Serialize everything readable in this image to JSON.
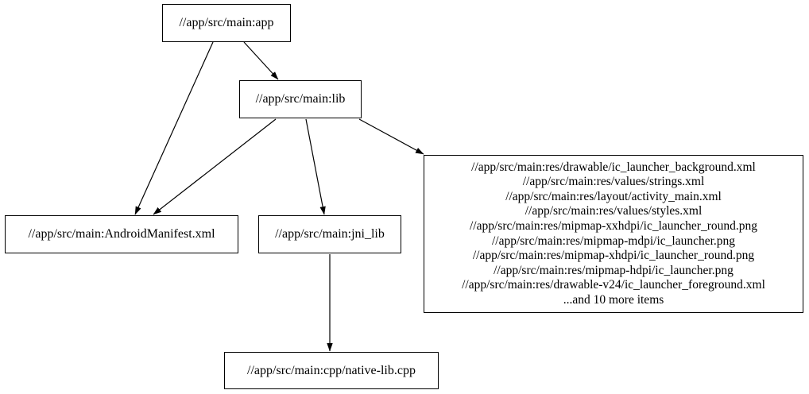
{
  "diagram": {
    "type": "dependency-graph",
    "colors": {
      "background": "#ffffff",
      "node_border": "#000000",
      "node_fill": "#ffffff",
      "edge": "#000000",
      "text": "#000000"
    },
    "nodes": {
      "app": {
        "label": "//app/src/main:app"
      },
      "lib": {
        "label": "//app/src/main:lib"
      },
      "android_manifest": {
        "label": "//app/src/main:AndroidManifest.xml"
      },
      "jni_lib": {
        "label": "//app/src/main:jni_lib"
      },
      "res_group": {
        "label": "//app/src/main:res/drawable/ic_launcher_background.xml\n//app/src/main:res/values/strings.xml\n//app/src/main:res/layout/activity_main.xml\n//app/src/main:res/values/styles.xml\n//app/src/main:res/mipmap-xxhdpi/ic_launcher_round.png\n//app/src/main:res/mipmap-mdpi/ic_launcher.png\n//app/src/main:res/mipmap-xhdpi/ic_launcher_round.png\n//app/src/main:res/mipmap-hdpi/ic_launcher.png\n//app/src/main:res/drawable-v24/ic_launcher_foreground.xml\n...and 10 more items"
      },
      "native_lib": {
        "label": "//app/src/main:cpp/native-lib.cpp"
      }
    },
    "edges": [
      {
        "from": "app",
        "to": "lib"
      },
      {
        "from": "app",
        "to": "android_manifest"
      },
      {
        "from": "lib",
        "to": "android_manifest"
      },
      {
        "from": "lib",
        "to": "jni_lib"
      },
      {
        "from": "lib",
        "to": "res_group"
      },
      {
        "from": "jni_lib",
        "to": "native_lib"
      }
    ]
  }
}
